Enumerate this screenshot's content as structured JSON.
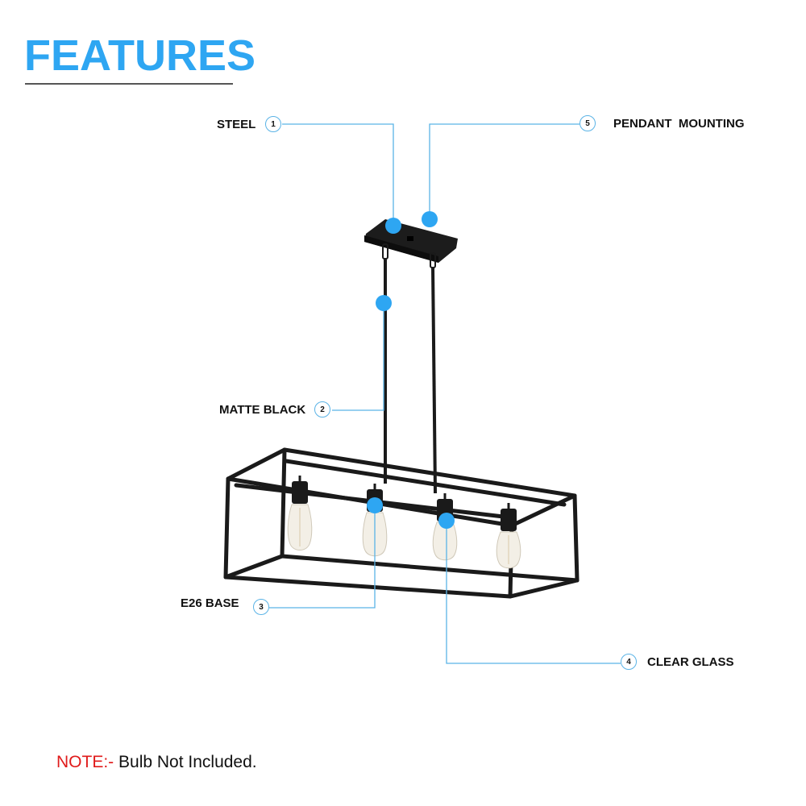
{
  "header": {
    "title": "FEATURES"
  },
  "callouts": [
    {
      "number": "1",
      "label": "STEEL"
    },
    {
      "number": "2",
      "label": "MATTE BLACK"
    },
    {
      "number": "3",
      "label": "E26 BASE"
    },
    {
      "number": "4",
      "label": "CLEAR GLASS"
    },
    {
      "number": "5",
      "label": "PENDANT  MOUNTING"
    }
  ],
  "product": {
    "type": "4-light rectangular cage linear pendant",
    "finish": "matte black",
    "bulb_count": 4
  },
  "note": {
    "prefix": "NOTE:-",
    "text": " Bulb Not Included."
  },
  "colors": {
    "accent": "#2ea6f2",
    "leader_line": "#5ab3e6",
    "note_red": "#e01b1b",
    "fixture": "#1a1a1a"
  }
}
